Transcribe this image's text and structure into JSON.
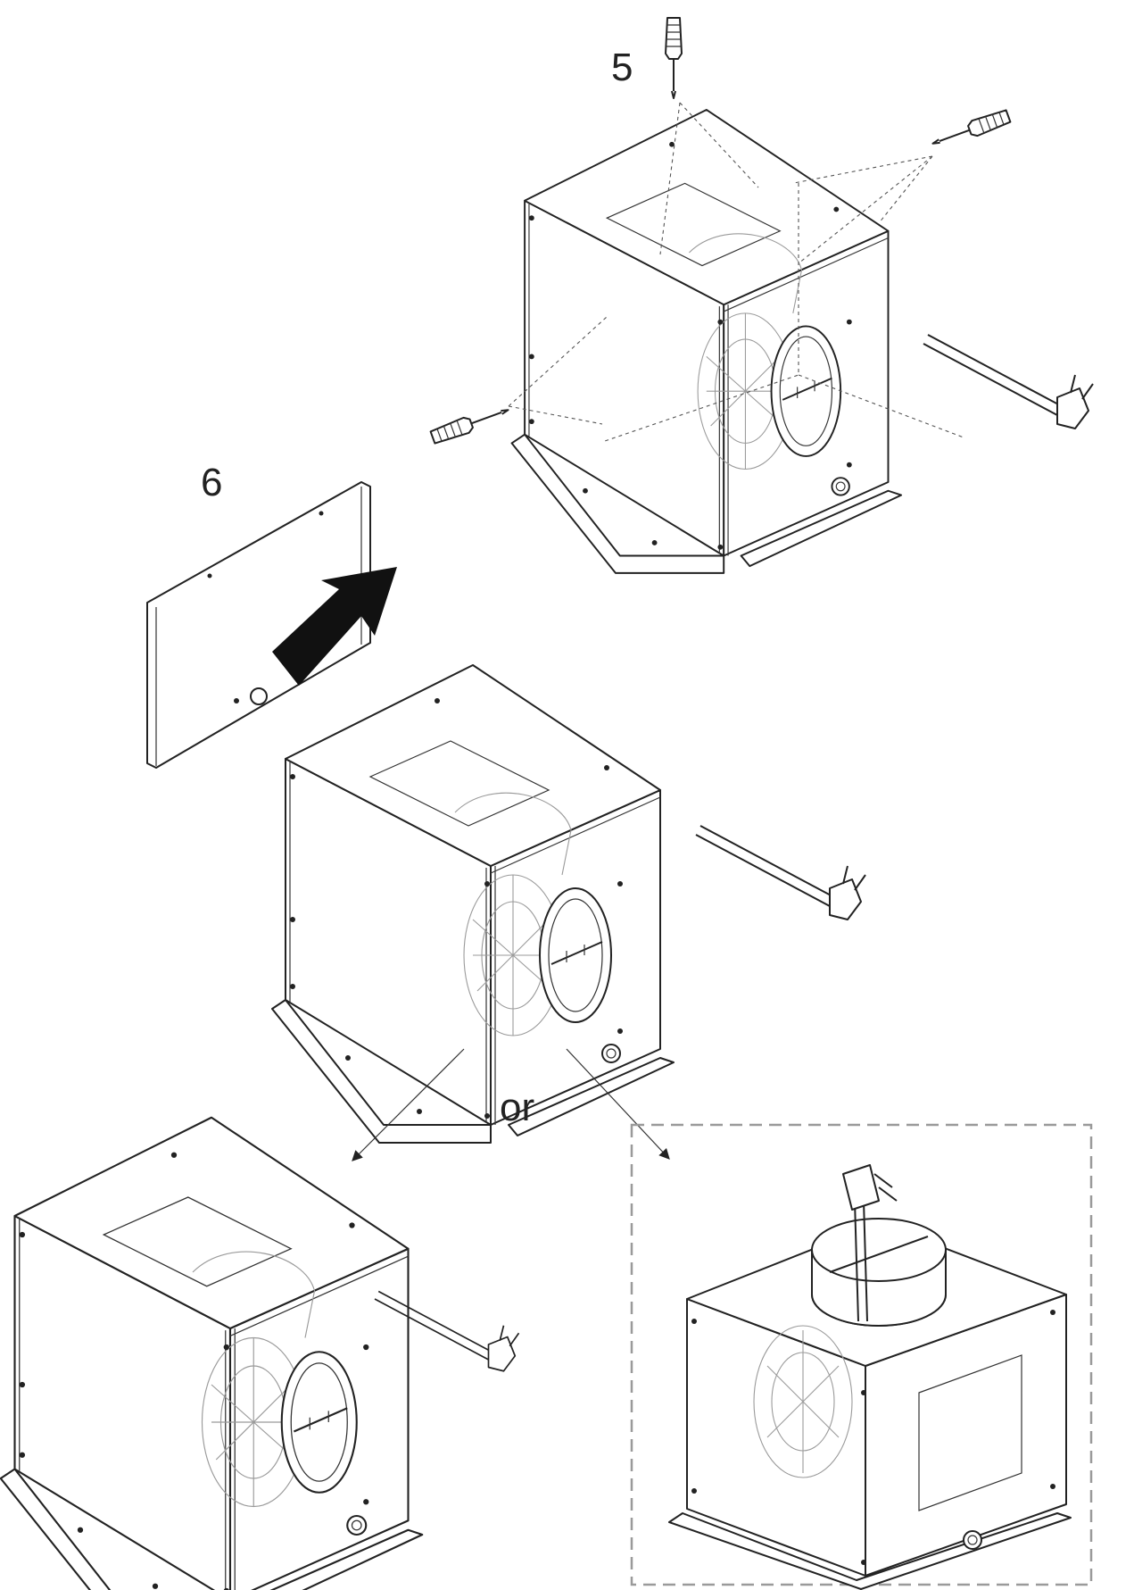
{
  "steps": {
    "step5": "5",
    "step6": "6"
  },
  "connector": "or",
  "colors": {
    "line": "#222222",
    "dashed_frame": "#9a9a9a",
    "arrow_fill": "#111111"
  },
  "icons": {
    "screwdriver": "screwdriver-icon",
    "plug": "plug-icon",
    "arrow": "arrow-icon"
  }
}
